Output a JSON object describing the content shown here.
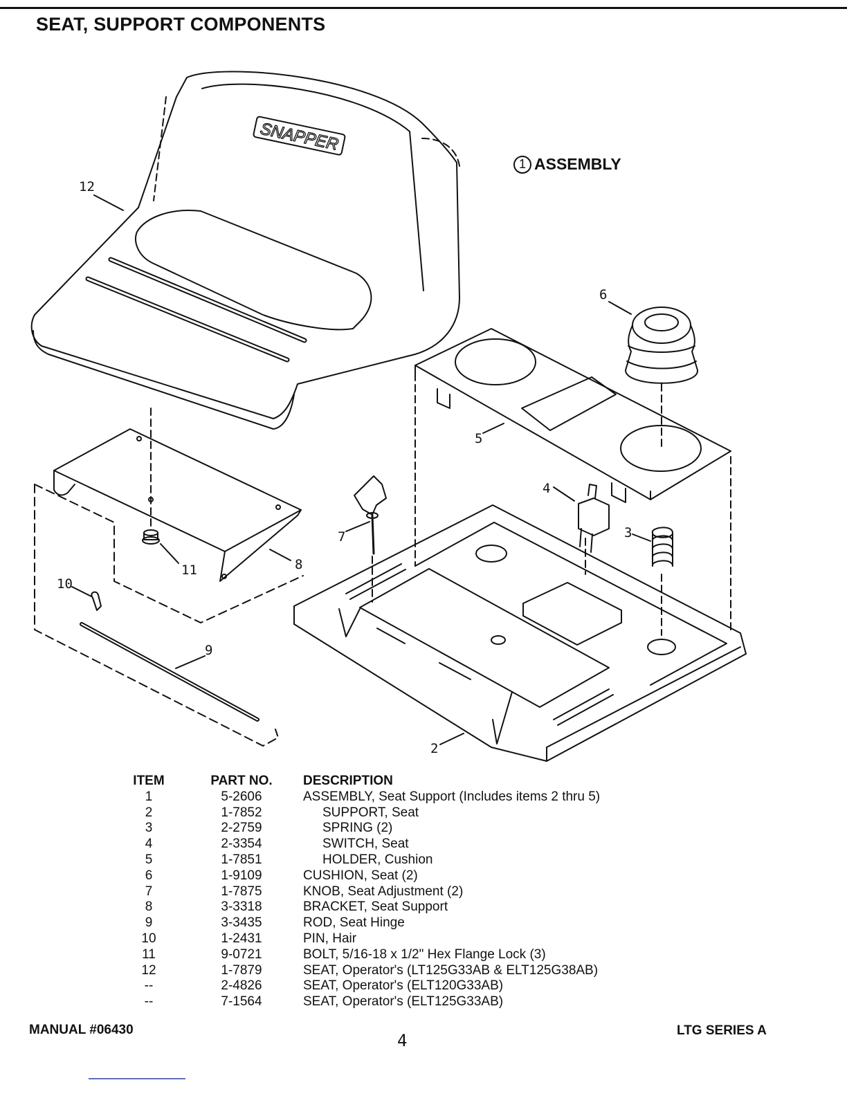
{
  "title": "SEAT, SUPPORT COMPONENTS",
  "assembly": {
    "number": "1",
    "label": "ASSEMBLY"
  },
  "callouts": [
    "12",
    "6",
    "5",
    "4",
    "7",
    "3",
    "11",
    "8",
    "10",
    "9",
    "2"
  ],
  "logo_text": "SNAPPER",
  "table": {
    "headers": {
      "item": "ITEM",
      "part_no": "PART NO.",
      "description": "DESCRIPTION"
    },
    "rows": [
      {
        "item": "1",
        "part_no": "5-2606",
        "description": "ASSEMBLY, Seat Support (Includes items 2 thru 5)"
      },
      {
        "item": "2",
        "part_no": "1-7852",
        "description": "SUPPORT, Seat"
      },
      {
        "item": "3",
        "part_no": "2-2759",
        "description": "SPRING (2)"
      },
      {
        "item": "4",
        "part_no": "2-3354",
        "description": "SWITCH, Seat"
      },
      {
        "item": "5",
        "part_no": "1-7851",
        "description": "HOLDER, Cushion"
      },
      {
        "item": "6",
        "part_no": "1-9109",
        "description": "CUSHION, Seat (2)"
      },
      {
        "item": "7",
        "part_no": "1-7875",
        "description": "KNOB, Seat Adjustment (2)"
      },
      {
        "item": "8",
        "part_no": "3-3318",
        "description": "BRACKET, Seat Support"
      },
      {
        "item": "9",
        "part_no": "3-3435",
        "description": "ROD, Seat Hinge"
      },
      {
        "item": "10",
        "part_no": "1-2431",
        "description": "PIN, Hair"
      },
      {
        "item": "11",
        "part_no": "9-0721",
        "description": "BOLT, 5/16-18 x 1/2\" Hex Flange Lock (3)"
      },
      {
        "item": "12",
        "part_no": "1-7879",
        "description": "SEAT, Operator's (LT125G33AB & ELT125G38AB)"
      },
      {
        "item": "--",
        "part_no": "2-4826",
        "description": "SEAT, Operator's (ELT120G33AB)"
      },
      {
        "item": "--",
        "part_no": "7-1564",
        "description": "SEAT, Operator's (ELT125G33AB)"
      }
    ]
  },
  "footer": {
    "manual": "MANUAL #06430",
    "page": "4",
    "series": "LTG SERIES A"
  }
}
